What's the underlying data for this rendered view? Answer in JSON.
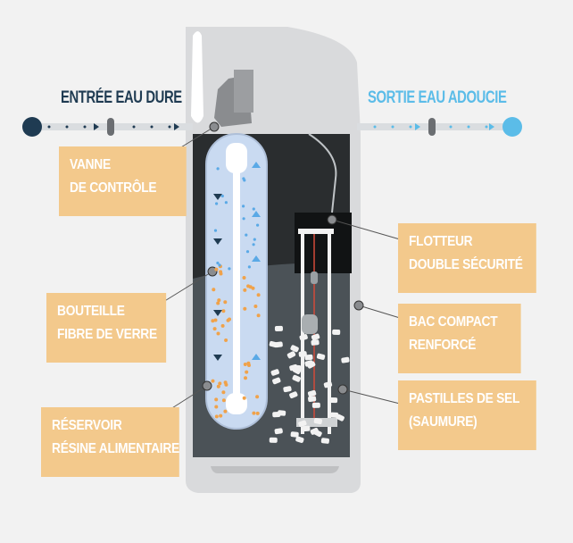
{
  "flow": {
    "inlet_label": "ENTRÉE EAU DURE",
    "outlet_label": "SORTIE EAU ADOUCIE"
  },
  "callouts": {
    "control_valve": [
      "VANNE",
      "DE CONTRÔLE"
    ],
    "fiberglass_bottle": [
      "BOUTEILLE",
      "FIBRE DE VERRE"
    ],
    "resin_tank": [
      "RÉSERVOIR",
      "RÉSINE ALIMENTAIRE"
    ],
    "float": [
      "FLOTTEUR",
      "DOUBLE SÉCURITÉ"
    ],
    "compact_tank": [
      "BAC COMPACT",
      "RENFORCÉ"
    ],
    "salt_pellets": [
      "PASTILLES DE SEL",
      "(SAUMURE)"
    ]
  },
  "colors": {
    "inlet_dark": "#1f3b52",
    "outlet_light": "#5bbce8",
    "callout_fill": "#f3c98c",
    "cabinet": "#d9dadc",
    "resin_orange": "#f0a24a"
  }
}
